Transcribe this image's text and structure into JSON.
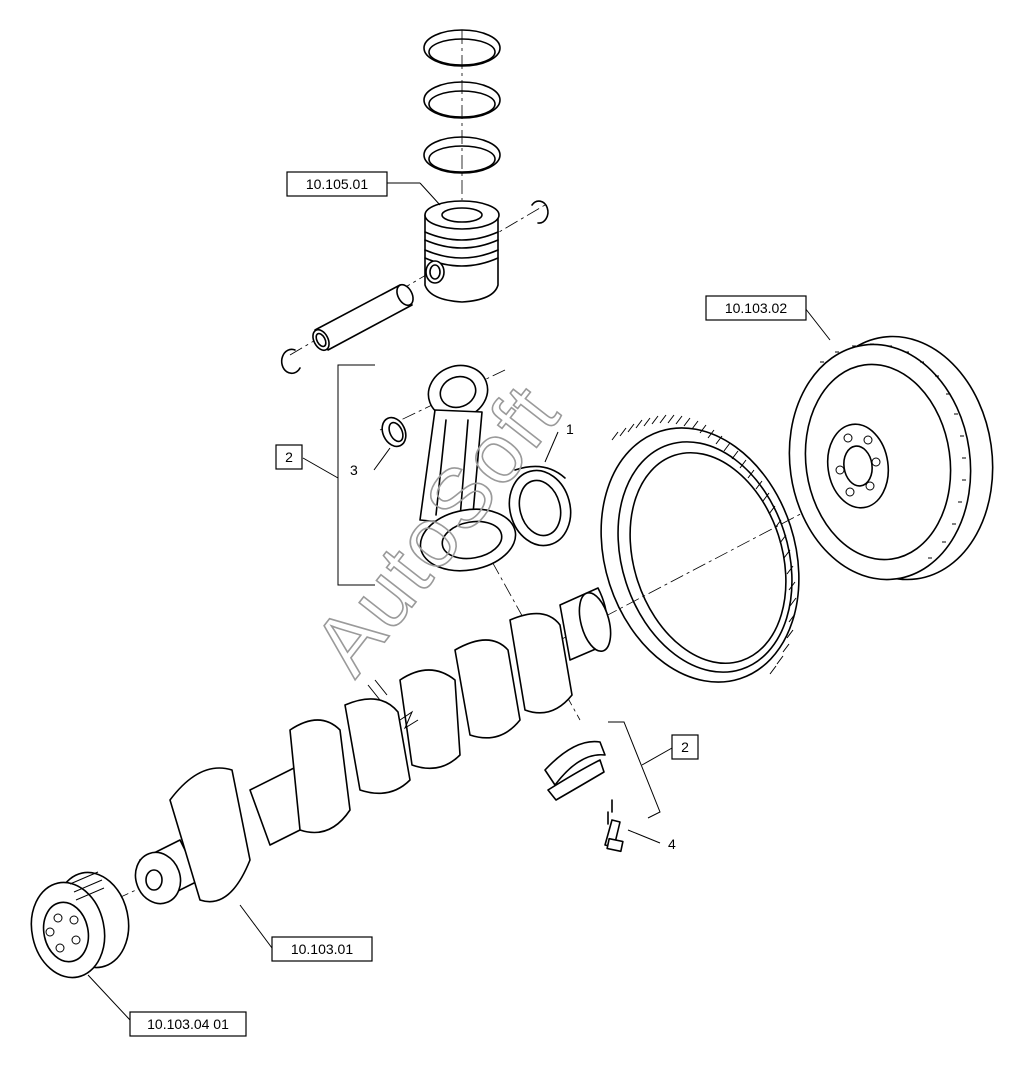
{
  "labels": {
    "piston_ref": "10.105.01",
    "flywheel_ref": "10.103.02",
    "crankshaft_ref": "10.103.01",
    "pulley_ref": "10.103.04 01",
    "conrod_group_ref": "2",
    "main_bearing_group_ref": "2",
    "item_1": "1",
    "item_3": "3",
    "item_4": "4"
  },
  "watermark": "AutoSoft"
}
